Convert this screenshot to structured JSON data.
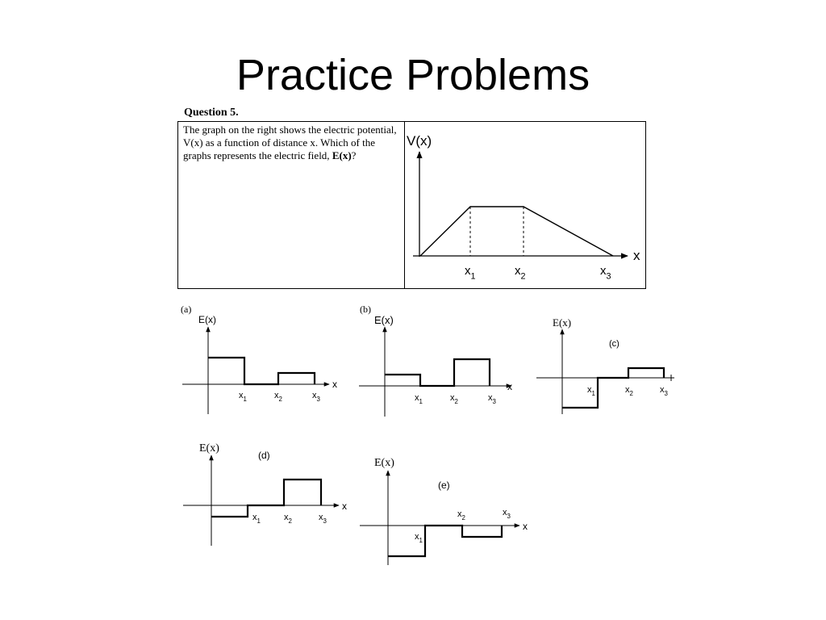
{
  "slide": {
    "title": "Practice Problems"
  },
  "question": {
    "heading": "Question 5.",
    "text": "The graph on the right shows the electric potential, V(x) as a function of distance x. Which of the graphs represents the electric field, E(x)?",
    "bold_term": "E(x)"
  },
  "main_graph": {
    "y_label": "V(x)",
    "x_label": "x",
    "ticks": [
      "x1",
      "x2",
      "x3"
    ]
  },
  "options": [
    {
      "id": "a",
      "label": "(a)",
      "y_label": "E(x)",
      "x_label": "x",
      "ticks": [
        "x1",
        "x2",
        "x3"
      ]
    },
    {
      "id": "b",
      "label": "(b)",
      "y_label": "E(x)",
      "x_label": "x",
      "ticks": [
        "x1",
        "x2",
        "x3"
      ]
    },
    {
      "id": "c",
      "label": "(c)",
      "y_label": "E(x)",
      "x_label": "",
      "ticks": [
        "x1",
        "x2",
        "x3"
      ]
    },
    {
      "id": "d",
      "label": "(d)",
      "y_label": "E(x)",
      "x_label": "x",
      "ticks": [
        "x1",
        "x2",
        "x3"
      ]
    },
    {
      "id": "e",
      "label": "(e)",
      "y_label": "E(x)",
      "x_label": "x",
      "ticks": [
        "x1",
        "x2",
        "x3"
      ]
    }
  ]
}
